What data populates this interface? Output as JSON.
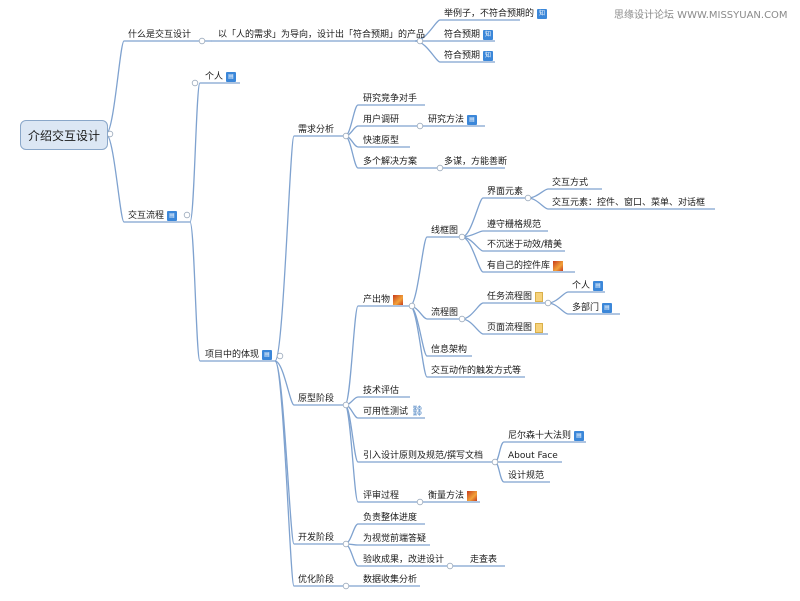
{
  "watermark": "思缘设计论坛 WWW.MISSYUAN.COM",
  "colors": {
    "line": "#7fa2cf",
    "badge": "#3b87d9",
    "root_bg": "#dce7f4"
  },
  "root": "介绍交互设计",
  "n": {
    "what": "什么是交互设计",
    "define": "以「人的需求」为导向，设计出「符合预期」的产品",
    "ex1": "举例子，不符合预期的",
    "ex2": "符合预期",
    "ex3": "符合预期",
    "flow": "交互流程",
    "person": "个人",
    "proj": "项目中的体现",
    "req": "需求分析",
    "r1": "研究竞争对手",
    "r2": "用户调研",
    "r2a": "研究方法",
    "r3": "快速原型",
    "r4": "多个解决方案",
    "r4a": "多谋，方能善断",
    "proto": "原型阶段",
    "out": "产出物",
    "wire": "线框图",
    "ui": "界面元素",
    "ui1": "交互方式",
    "ui2": "交互元素：控件、窗口、菜单、对话框",
    "w2": "遵守栅格规范",
    "w3": "不沉迷于动效/精美",
    "w4": "有自己的控件库",
    "fc": "流程图",
    "task": "任务流程图",
    "tp1": "个人",
    "tp2": "多部门",
    "page": "页面流程图",
    "arch": "信息架构",
    "trig": "交互动作的触发方式等",
    "tech": "技术评估",
    "usab": "可用性测试",
    "intro": "引入设计原则及规范/撰写文档",
    "nielsen": "尼尔森十大法则",
    "about": "About Face",
    "spec": "设计规范",
    "review": "评审过程",
    "measure": "衡量方法",
    "dev": "开发阶段",
    "d1": "负责整体进度",
    "d2": "为视觉前端答疑",
    "d3": "验收成果，改进设计",
    "d3a": "走查表",
    "opt": "优化阶段",
    "o1": "数据收集分析"
  },
  "icons": {
    "badge": "知",
    "badge2": "知",
    "badge3": "知",
    "note_icon": "note-icon",
    "picture_icon": "picture-icon",
    "link_icon": "link-icon",
    "collapse_icon": "collapse-circle-icon"
  }
}
